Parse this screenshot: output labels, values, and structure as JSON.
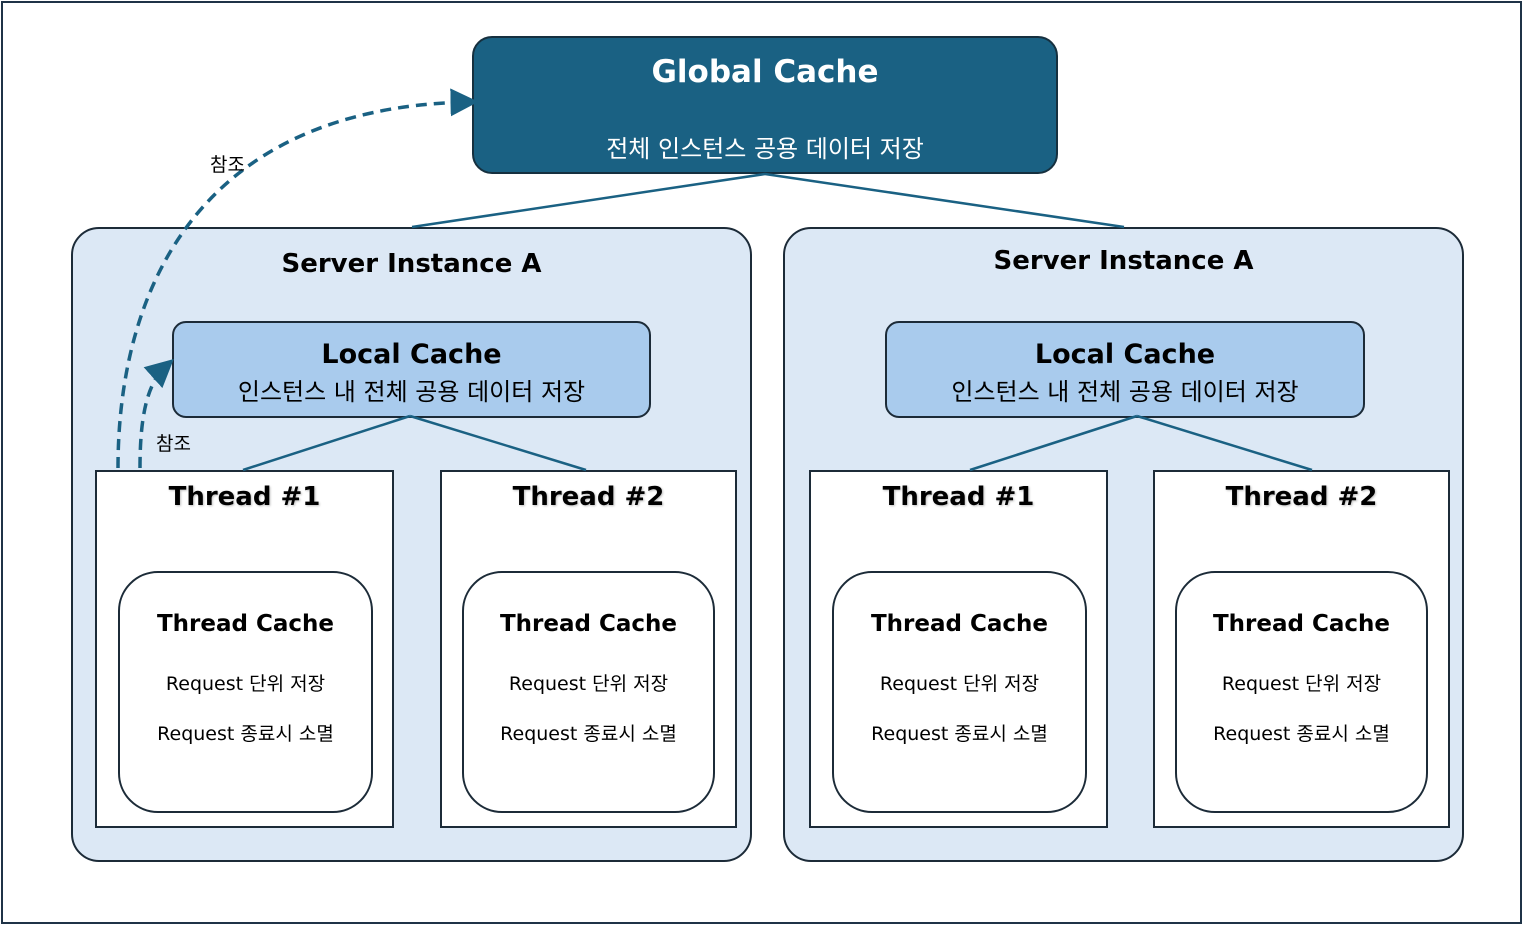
{
  "global_cache": {
    "title": "Global Cache",
    "description": "전체 인스턴스 공용 데이터 저장"
  },
  "servers": [
    {
      "title": "Server Instance A",
      "local_cache": {
        "title": "Local Cache",
        "description": "인스턴스 내 전체 공용 데이터 저장"
      },
      "threads": [
        {
          "title": "Thread #1",
          "cache": {
            "title": "Thread Cache",
            "line1": "Request 단위 저장",
            "line2": "Request 종료시 소멸"
          }
        },
        {
          "title": "Thread #2",
          "cache": {
            "title": "Thread Cache",
            "line1": "Request 단위 저장",
            "line2": "Request 종료시 소멸"
          }
        }
      ]
    },
    {
      "title": "Server Instance A",
      "local_cache": {
        "title": "Local Cache",
        "description": "인스턴스 내 전체 공용 데이터 저장"
      },
      "threads": [
        {
          "title": "Thread #1",
          "cache": {
            "title": "Thread Cache",
            "line1": "Request 단위 저장",
            "line2": "Request 종료시 소멸"
          }
        },
        {
          "title": "Thread #2",
          "cache": {
            "title": "Thread Cache",
            "line1": "Request 단위 저장",
            "line2": "Request 종료시 소멸"
          }
        }
      ]
    }
  ],
  "references": {
    "to_global": "참조",
    "to_local": "참조"
  },
  "colors": {
    "global_fill": "#1a6183",
    "server_fill": "#dce8f5",
    "local_fill": "#a9cbed",
    "connector": "#1a6183",
    "border": "#1c2b38"
  }
}
